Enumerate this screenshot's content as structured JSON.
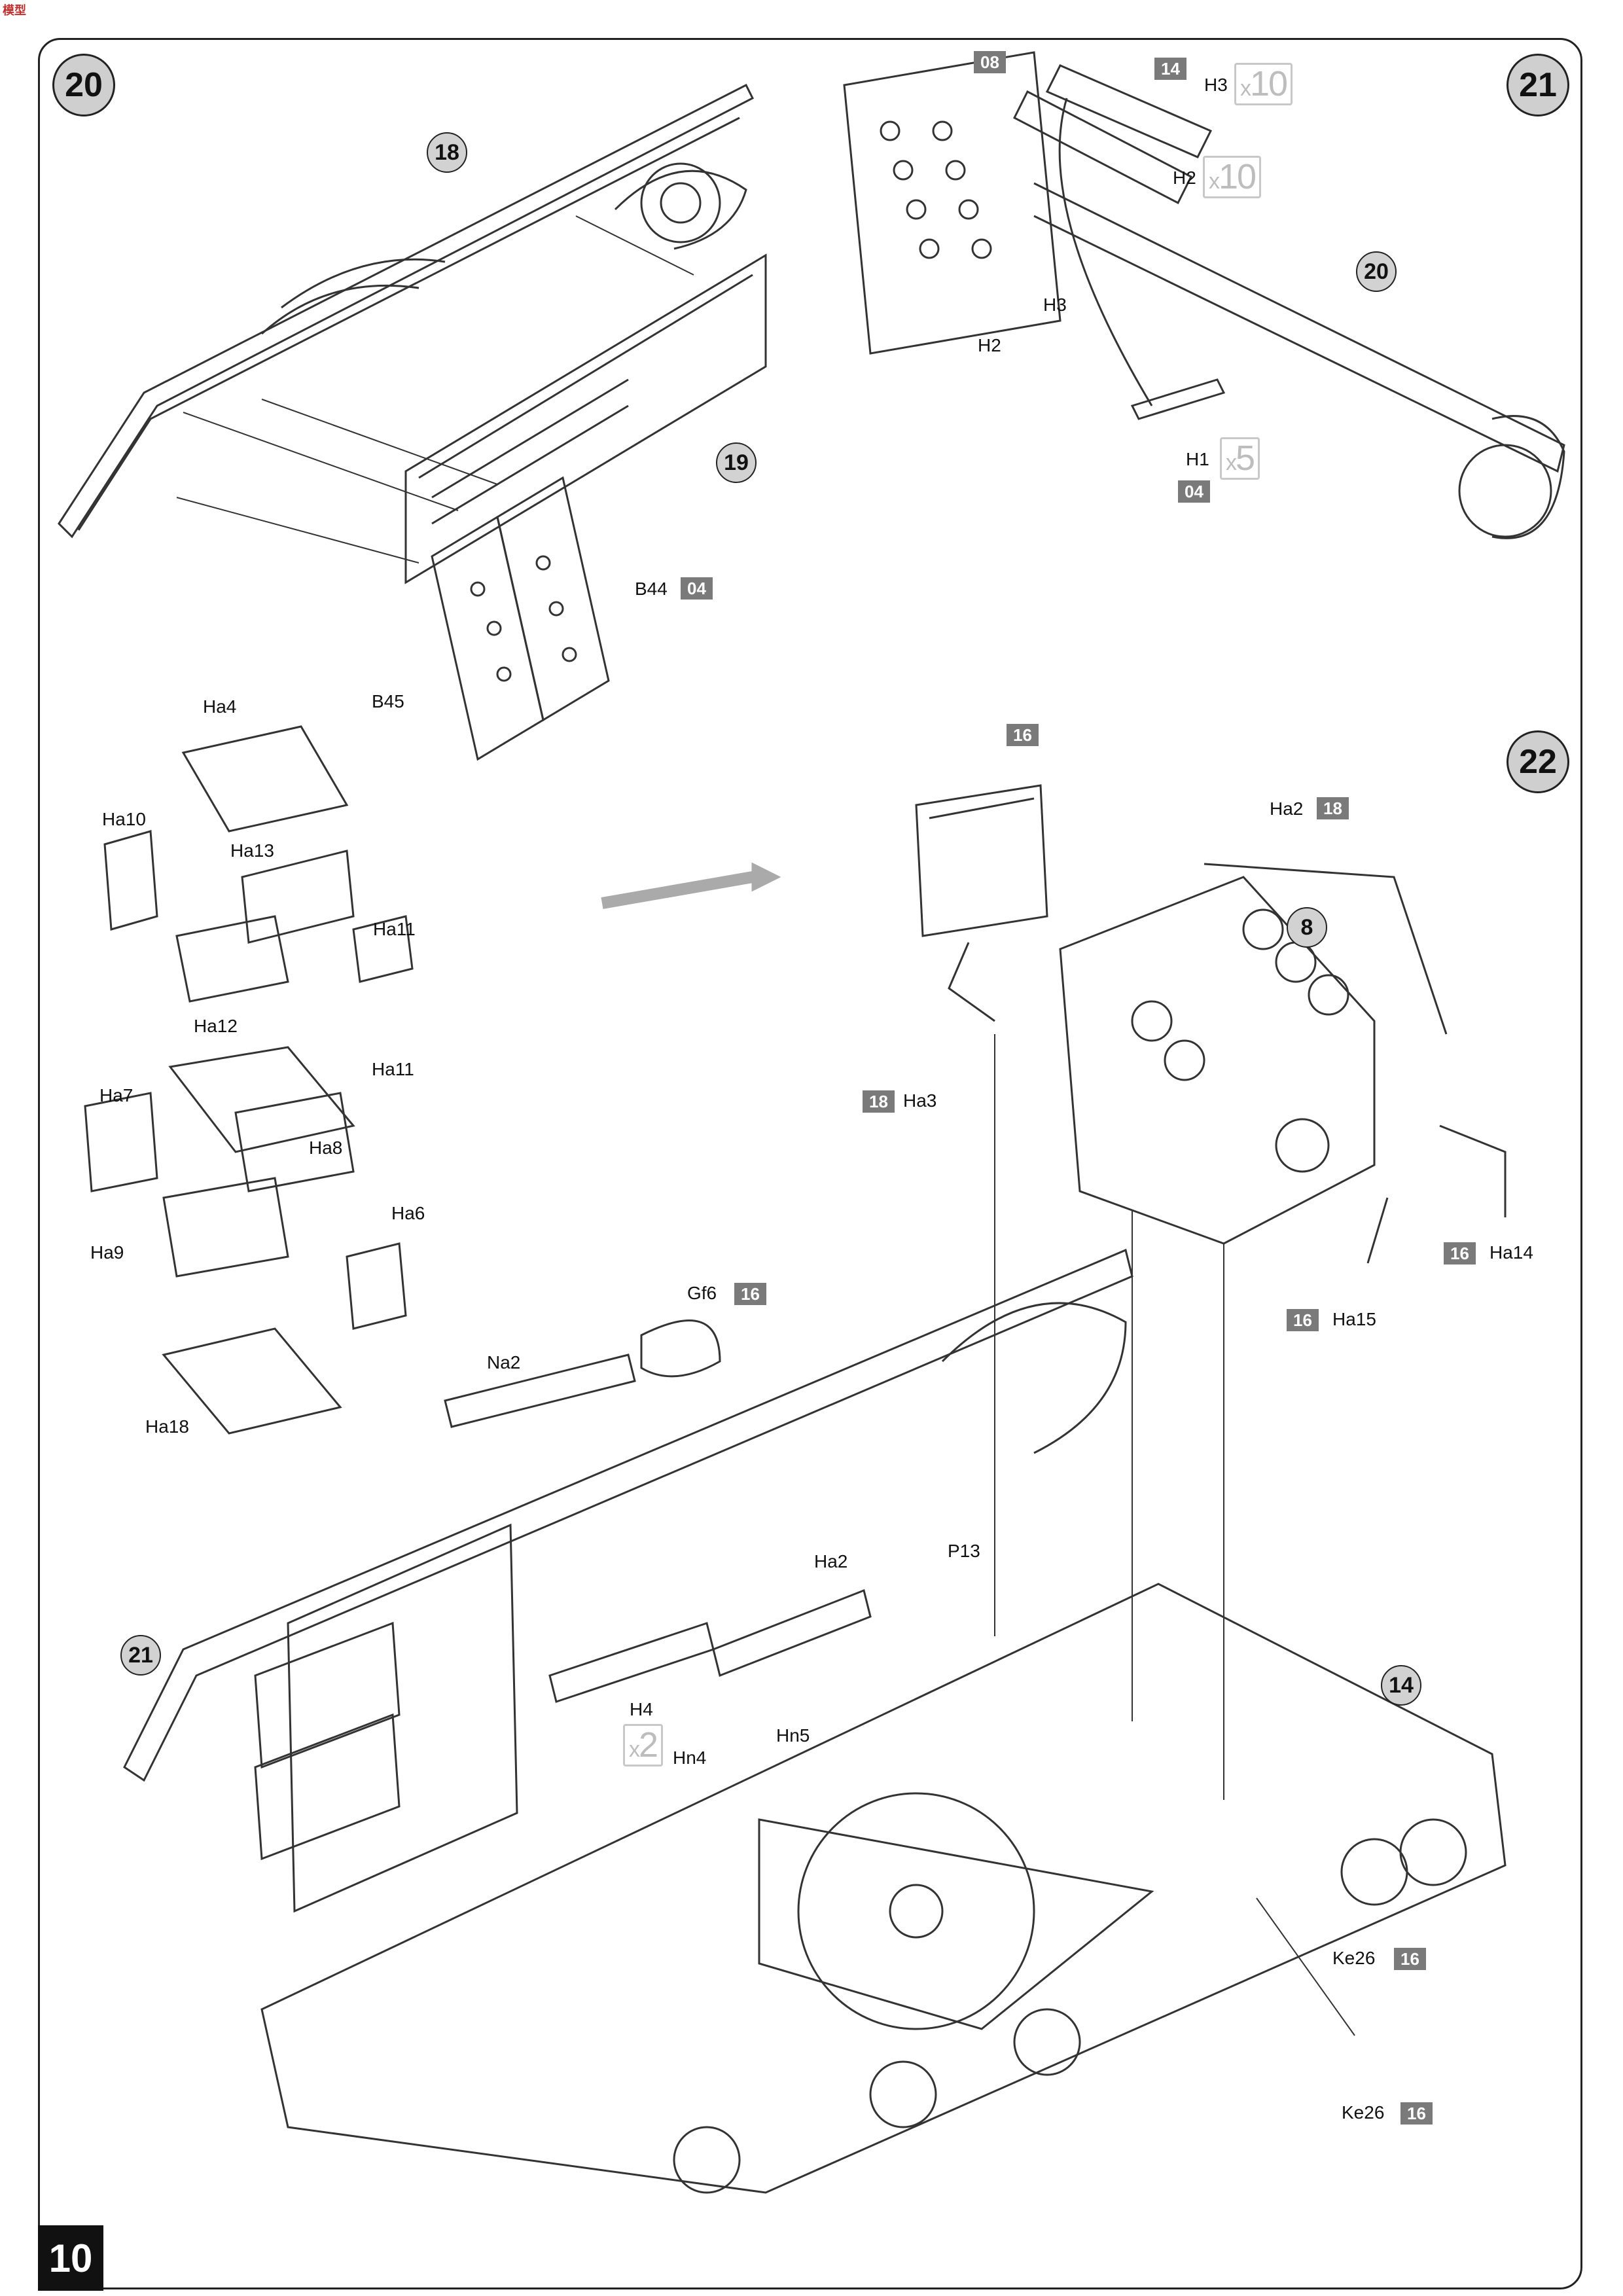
{
  "logo": "模型",
  "steps": [
    "20",
    "21",
    "22"
  ],
  "page_number": "10",
  "callouts": {
    "c18": "18",
    "c19": "19",
    "c20": "20",
    "c8": "8",
    "c21": "21",
    "c14": "14"
  },
  "sprues": {
    "s08": "08",
    "s14": "14",
    "s04a": "04",
    "s04b": "04",
    "s16top": "16",
    "s18ha2": "18",
    "s18ha3": "18",
    "s16ha14": "16",
    "s16ha15": "16",
    "s16gf6": "16",
    "s16ke26a": "16",
    "s16ke26b": "16"
  },
  "labels": {
    "B44": "B44",
    "B45": "B45",
    "H3a": "H3",
    "H2a": "H2",
    "H3b": "H3",
    "H2b": "H2",
    "H1": "H1",
    "Ha4": "Ha4",
    "Ha10": "Ha10",
    "Ha13": "Ha13",
    "Ha11a": "Ha11",
    "Ha12": "Ha12",
    "Ha11b": "Ha11",
    "Ha7": "Ha7",
    "Ha8": "Ha8",
    "Ha6": "Ha6",
    "Ha9": "Ha9",
    "Ha18": "Ha18",
    "Ha2a": "Ha2",
    "Ha3": "Ha3",
    "Ha14": "Ha14",
    "Ha15": "Ha15",
    "Gf6": "Gf6",
    "Na2": "Na2",
    "P13": "P13",
    "Ha2b": "Ha2",
    "H4": "H4",
    "Hn4": "Hn4",
    "Hn5": "Hn5",
    "Ke26a": "Ke26",
    "Ke26b": "Ke26"
  },
  "multipliers": {
    "m10a": "10",
    "m10b": "10",
    "m5": "5",
    "m2": "2",
    "x": "x"
  }
}
